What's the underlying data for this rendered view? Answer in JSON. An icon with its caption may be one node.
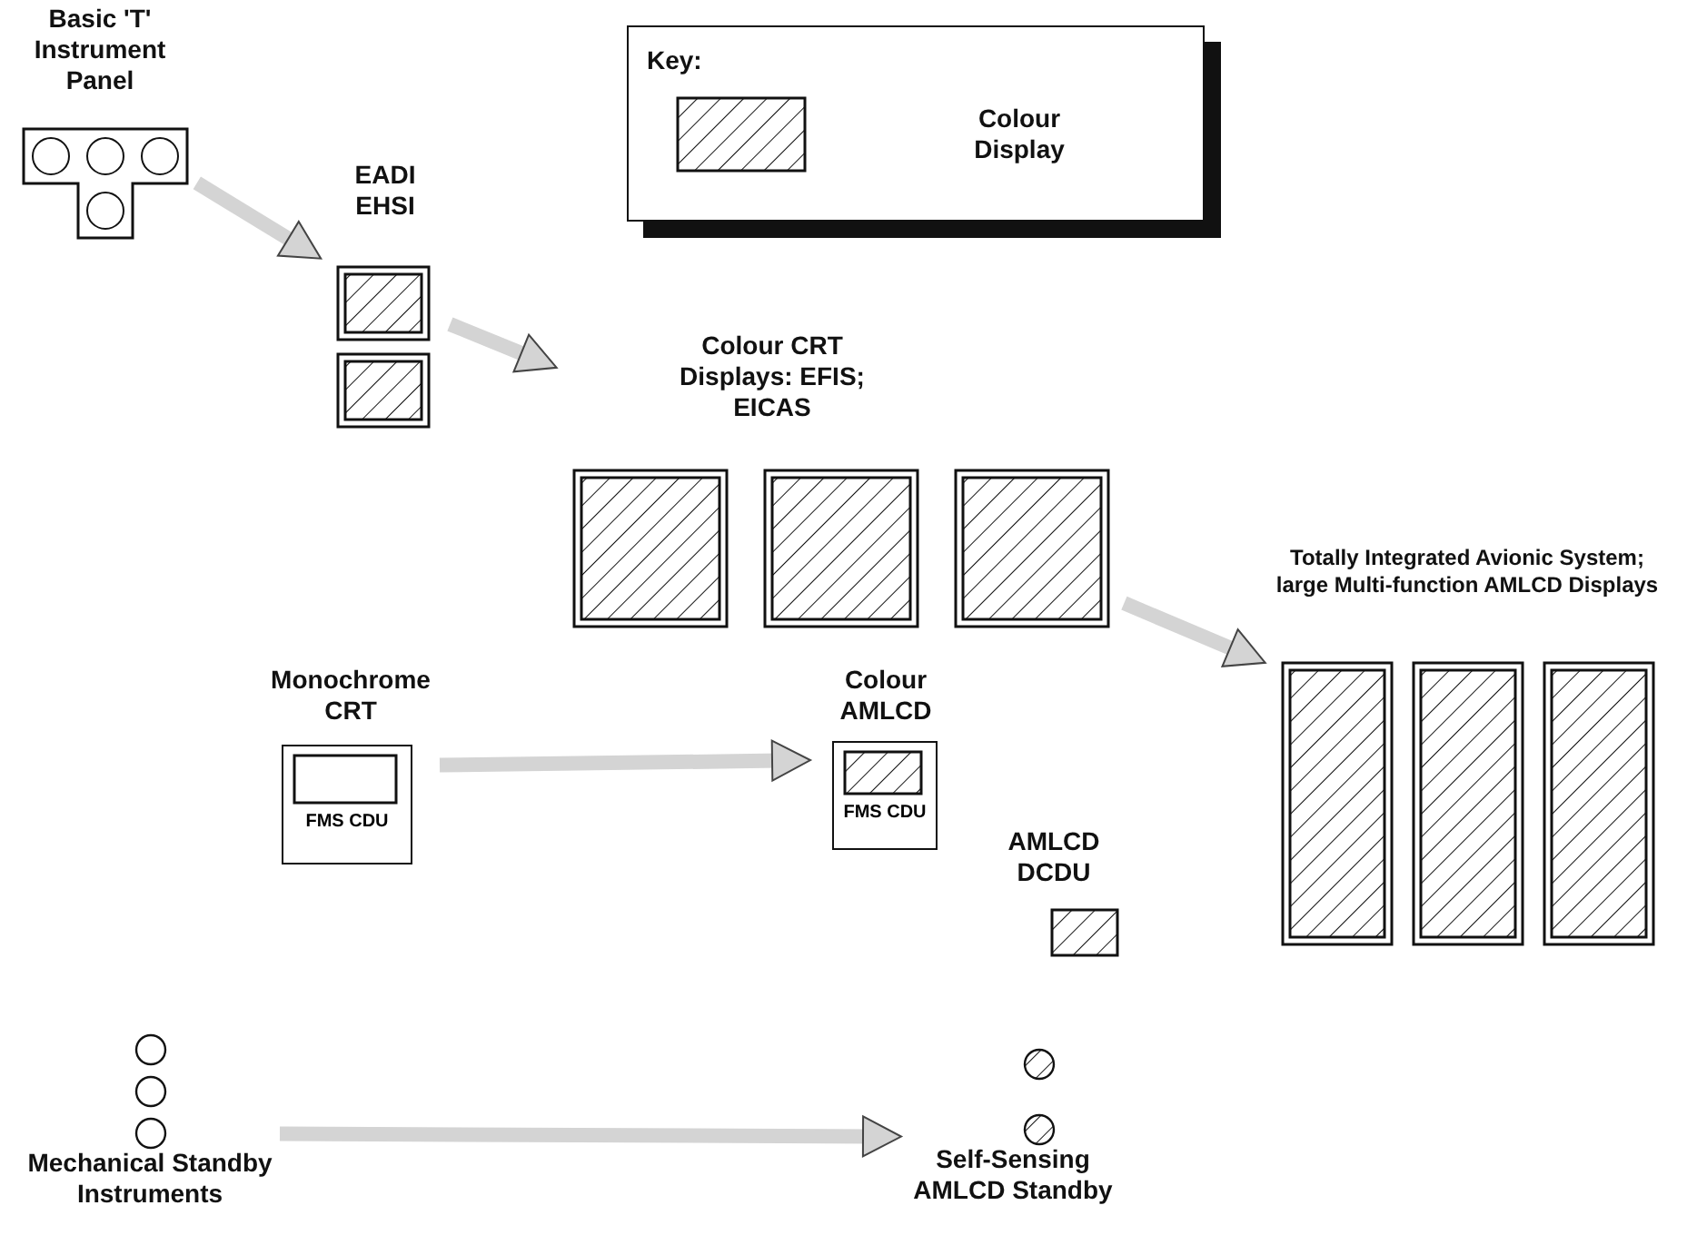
{
  "diagram": {
    "nodes": [
      {
        "text": [
          "Basic 'T' Instrument Panel"
        ]
      },
      {
        "text": [
          "EADI EHSI"
        ]
      },
      {
        "text": [
          "Colour CRT Displays: EFIS; EICAS"
        ]
      },
      {
        "text": [
          "Totally Integrated Avionic System; large Multi-function AMLCD Displays"
        ]
      },
      {
        "text": [
          "Monochrome CRT",
          "FMS CDU"
        ]
      },
      {
        "text": [
          "Colour AMLCD",
          "FMS CDU"
        ]
      },
      {
        "text": [
          "AMLCD DCDU"
        ]
      },
      {
        "text": [
          "Mechanical Standby Instruments"
        ]
      },
      {
        "text": [
          "Self-Sensing AMLCD Standby"
        ]
      }
    ],
    "edges": [
      {
        "from": 0,
        "to": 1,
        "arrow": "to"
      },
      {
        "from": 1,
        "to": 2,
        "arrow": "to"
      },
      {
        "from": 2,
        "to": 3,
        "arrow": "to"
      },
      {
        "from": 4,
        "to": 5,
        "arrow": "to"
      },
      {
        "from": 7,
        "to": 8,
        "arrow": "to"
      }
    ],
    "labels": [
      "Key:"
    ],
    "legend": [
      {
        "text": "Colour Display"
      }
    ]
  }
}
